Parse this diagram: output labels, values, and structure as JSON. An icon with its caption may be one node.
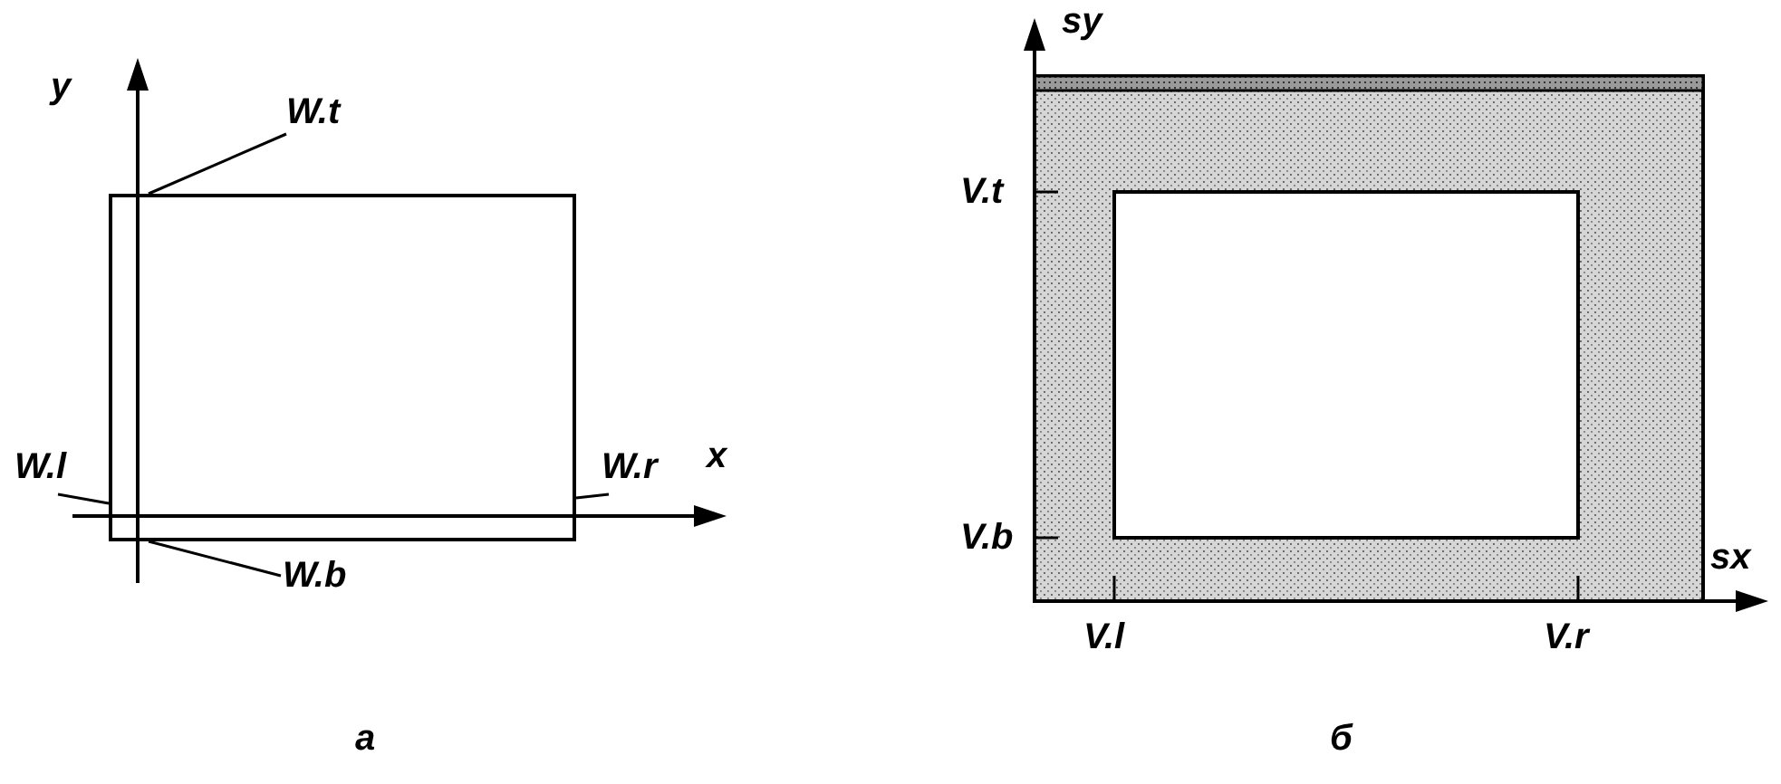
{
  "diagram": {
    "nodes": [
      {
        "text": [],
        "shape": "box"
      },
      {
        "text": [
          "W.t"
        ]
      },
      {
        "text": [
          "W.l"
        ]
      },
      {
        "text": [
          "W.r"
        ]
      },
      {
        "text": [
          "W.b"
        ]
      }
    ],
    "edges": [
      {
        "from": 1,
        "to": 0,
        "arrow": "none"
      },
      {
        "from": 2,
        "to": 0,
        "arrow": "none"
      },
      {
        "from": 3,
        "to": 0,
        "arrow": "none"
      },
      {
        "from": 4,
        "to": 0,
        "arrow": "none"
      }
    ],
    "labels": [
      "y",
      "x",
      "sy",
      "V.t",
      "V.b",
      "sx",
      "V.l",
      "V.r",
      "а",
      "б"
    ]
  }
}
